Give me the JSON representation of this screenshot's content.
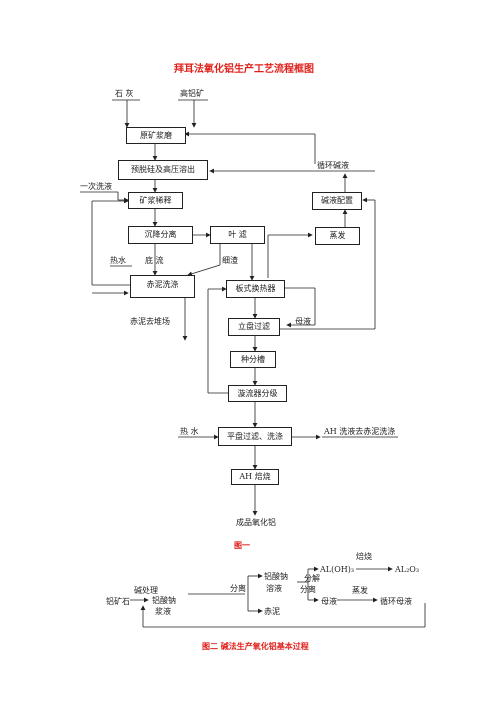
{
  "fig1": {
    "title": "拜耳法氧化铝生产工艺流程框图",
    "caption": "图一",
    "inputs": {
      "limestone": "石  灰",
      "bauxite": "高铝矿"
    },
    "boxes": {
      "grinding": "原矿浆磨",
      "desilication": "预脱硅及高压溶出",
      "dilution": "矿浆稀释",
      "settling": "沉降分离",
      "leaf_filter": "叶  滤",
      "mud_wash": "赤泥洗涤",
      "plate_exchanger": "板式换热器",
      "vertical_filter": "立盘过滤",
      "seed_tank": "种分槽",
      "cyclone": "漩流器分级",
      "flat_filter": "平盘过滤、洗涤",
      "calcination": "AH 焙烧",
      "liquor_prep": "碱液配置",
      "evaporation": "蒸发"
    },
    "labels": {
      "first_wash": "一次洗液",
      "recycle_alkali": "循环碱液",
      "hot_water_1": "热水",
      "underflow": "底   流",
      "fine_residue": "细渣",
      "mud_yard": "赤泥去堆场",
      "mother_liquor": "母液",
      "hot_water_2": "热  水",
      "ah_wash": "AH 洗液去赤泥洗涤",
      "product": "成品氧化铝"
    }
  },
  "fig2": {
    "caption": "图二    碱法生产氧化铝基本过程",
    "labels": {
      "bauxite": "铝矿石",
      "alkali_treat": "碱处理",
      "sodium_aluminate_liquor_1": "铝酸钠",
      "sodium_aluminate_liquor_2": "浆液",
      "separation": "分离",
      "sodium_aluminate_sol_1": "铝酸钠",
      "sodium_aluminate_sol_2": "溶液",
      "red_mud": "赤泥",
      "decompose": "分解",
      "separation2": "分离",
      "aloh3": "AL(OH)₃",
      "calcine": "焙烧",
      "al2o3": "AL₂O₃",
      "mother_liquor": "母液",
      "evaporate": "蒸发",
      "recycle_mother": "循环母液"
    }
  }
}
